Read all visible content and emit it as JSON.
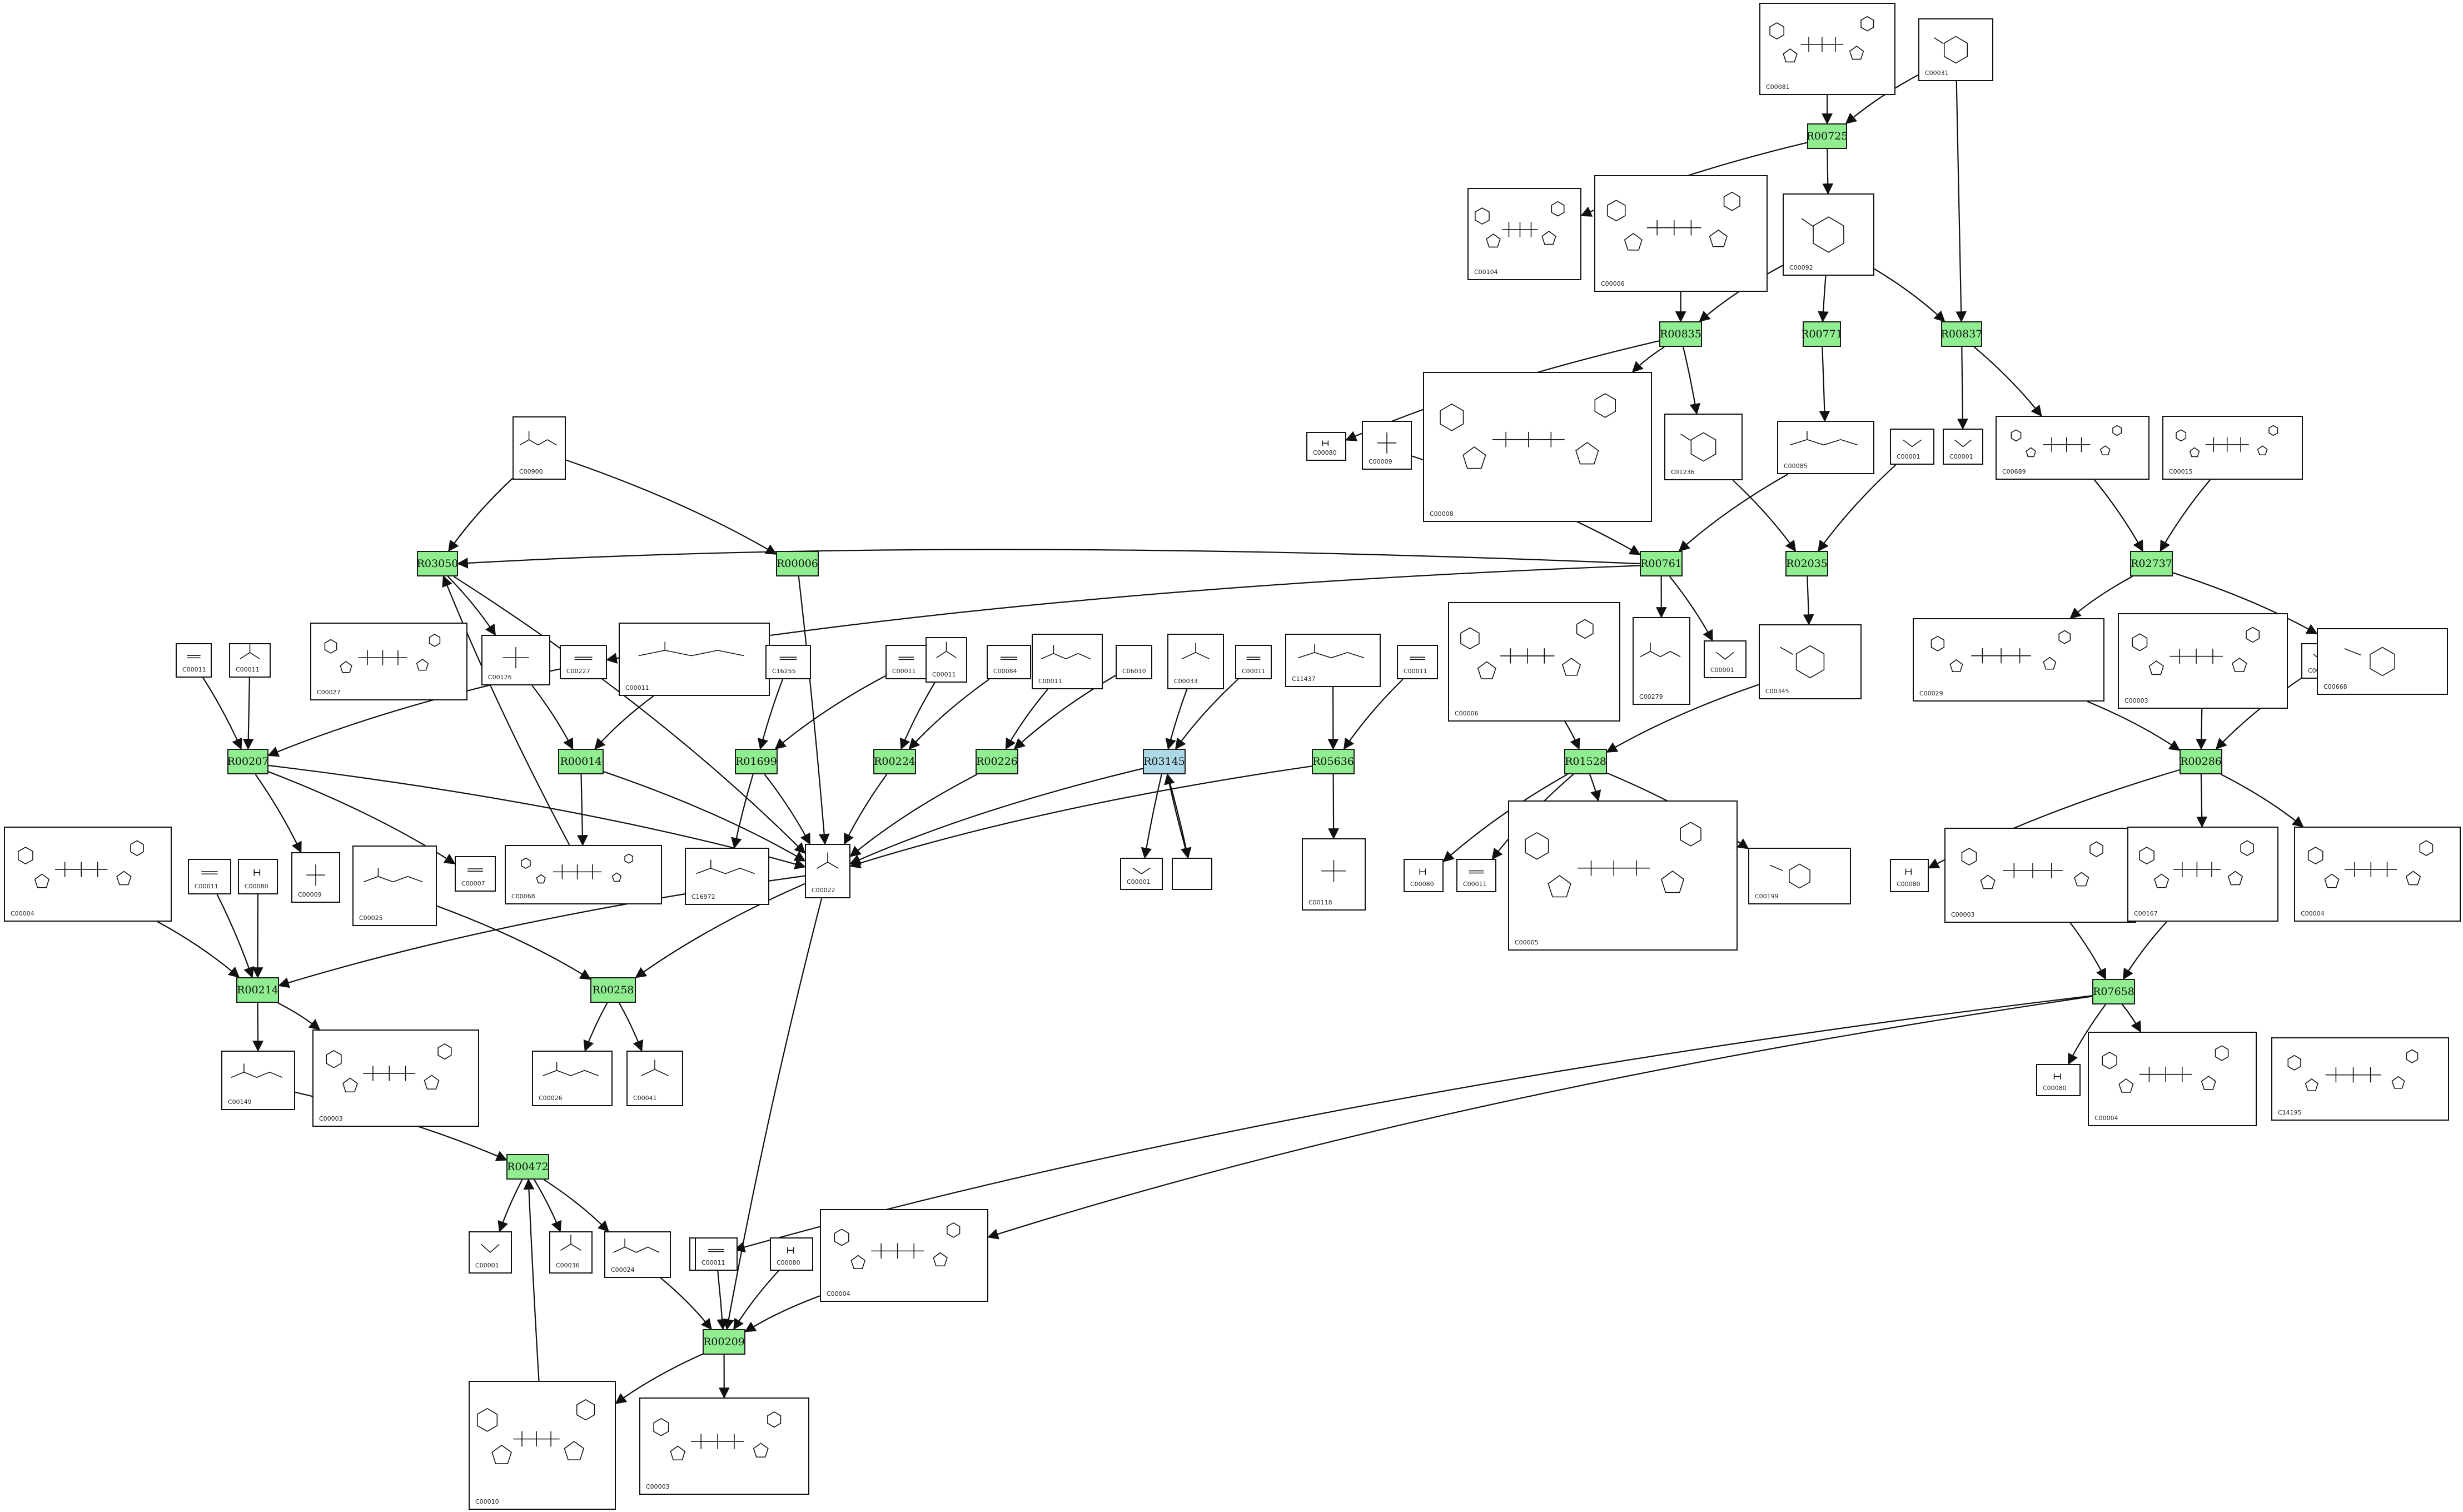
{
  "colors": {
    "reaction": "#90ee90",
    "highlight": "#add8e6",
    "edge": "#111111"
  },
  "compounds": [
    {
      "id": "C00081"
    },
    {
      "id": "C00031"
    },
    {
      "id": "C00104"
    },
    {
      "id": "C00006"
    },
    {
      "id": "C00092"
    },
    {
      "id": "C00080"
    },
    {
      "id": "C00009"
    },
    {
      "id": "C00008"
    },
    {
      "id": "C01236"
    },
    {
      "id": "C00085"
    },
    {
      "id": "C00001"
    },
    {
      "id": "C00001"
    },
    {
      "id": "C00689"
    },
    {
      "id": "C00015"
    },
    {
      "id": "C00900"
    },
    {
      "id": "C00011"
    },
    {
      "id": "C00011"
    },
    {
      "id": "C00027"
    },
    {
      "id": "C00126"
    },
    {
      "id": "C00227"
    },
    {
      "id": "C00011"
    },
    {
      "id": "C16255"
    },
    {
      "id": "C00011"
    },
    {
      "id": "C00011"
    },
    {
      "id": "C00084"
    },
    {
      "id": "C00011"
    },
    {
      "id": "C06010"
    },
    {
      "id": "C00033"
    },
    {
      "id": "C00011"
    },
    {
      "id": "C11437"
    },
    {
      "id": "C00011"
    },
    {
      "id": "C00006"
    },
    {
      "id": "C00279"
    },
    {
      "id": "C00001"
    },
    {
      "id": "C00345"
    },
    {
      "id": "C00029"
    },
    {
      "id": "C00003"
    },
    {
      "id": "C00001"
    },
    {
      "id": "C00668"
    },
    {
      "id": "C00004"
    },
    {
      "id": "C00011"
    },
    {
      "id": "C00080"
    },
    {
      "id": "C00009"
    },
    {
      "id": "C00025"
    },
    {
      "id": "C00007"
    },
    {
      "id": "C00068"
    },
    {
      "id": "C16972"
    },
    {
      "id": "C00022"
    },
    {
      "id": "C00001"
    },
    {
      "id": ""
    },
    {
      "id": "C00118"
    },
    {
      "id": "C00080"
    },
    {
      "id": "C00011"
    },
    {
      "id": "C00005"
    },
    {
      "id": "C00199"
    },
    {
      "id": "C00080"
    },
    {
      "id": "C00003"
    },
    {
      "id": "C00167"
    },
    {
      "id": "C00004"
    },
    {
      "id": "C00149"
    },
    {
      "id": "C00003"
    },
    {
      "id": "C00026"
    },
    {
      "id": "C00041"
    },
    {
      "id": "C00011"
    },
    {
      "id": "C00004"
    },
    {
      "id": "C00080"
    },
    {
      "id": "C00004"
    },
    {
      "id": "C14195"
    },
    {
      "id": "C00001"
    },
    {
      "id": "C00036"
    },
    {
      "id": "C00024"
    },
    {
      "id": "C00011"
    },
    {
      "id": "C00080"
    },
    {
      "id": "C00010"
    },
    {
      "id": "C00003"
    }
  ],
  "reactions": [
    {
      "label": "R00725"
    },
    {
      "label": "R00835"
    },
    {
      "label": "R00771"
    },
    {
      "label": "R00837"
    },
    {
      "label": "R03050"
    },
    {
      "label": "R00006"
    },
    {
      "label": "R00761"
    },
    {
      "label": "R02035"
    },
    {
      "label": "R02737"
    },
    {
      "label": "R00207"
    },
    {
      "label": "R00014"
    },
    {
      "label": "R01699"
    },
    {
      "label": "R00224"
    },
    {
      "label": "R00226"
    },
    {
      "label": "R03145"
    },
    {
      "label": "R05636"
    },
    {
      "label": "R01528"
    },
    {
      "label": "R00286"
    },
    {
      "label": "R00214"
    },
    {
      "label": "R00258"
    },
    {
      "label": "R07658"
    },
    {
      "label": "R00472"
    },
    {
      "label": "R00209"
    }
  ]
}
